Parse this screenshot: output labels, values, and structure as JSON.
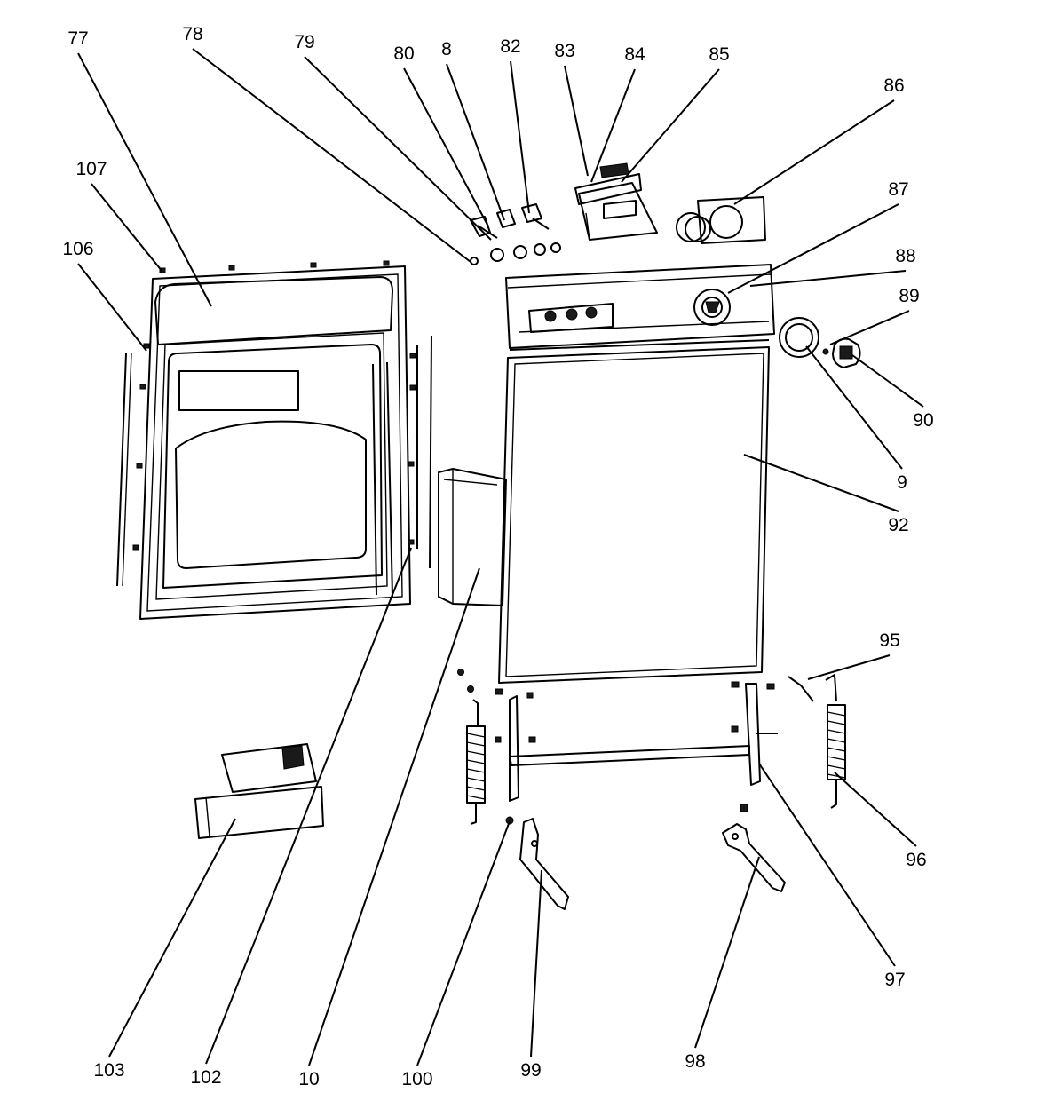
{
  "callouts": [
    {
      "id": "c77",
      "text": "77",
      "label": [
        88,
        50
      ],
      "target": [
        238,
        345
      ]
    },
    {
      "id": "c78",
      "text": "78",
      "label": [
        217,
        45
      ],
      "target": [
        530,
        295
      ]
    },
    {
      "id": "c79",
      "text": "79",
      "label": [
        343,
        54
      ],
      "target": [
        553,
        270
      ]
    },
    {
      "id": "c80",
      "text": "80",
      "label": [
        455,
        67
      ],
      "target": [
        550,
        255
      ]
    },
    {
      "id": "c8",
      "text": "8",
      "label": [
        503,
        62
      ],
      "target": [
        568,
        248
      ]
    },
    {
      "id": "c82",
      "text": "82",
      "label": [
        575,
        59
      ],
      "target": [
        596,
        240
      ]
    },
    {
      "id": "c83",
      "text": "83",
      "label": [
        636,
        64
      ],
      "target": [
        662,
        198
      ]
    },
    {
      "id": "c84",
      "text": "84",
      "label": [
        715,
        68
      ],
      "target": [
        666,
        205
      ]
    },
    {
      "id": "c85",
      "text": "85",
      "label": [
        810,
        68
      ],
      "target": [
        700,
        205
      ]
    },
    {
      "id": "c86",
      "text": "86",
      "label": [
        1007,
        103
      ],
      "target": [
        827,
        230
      ]
    },
    {
      "id": "c87",
      "text": "87",
      "label": [
        1012,
        220
      ],
      "target": [
        820,
        330
      ]
    },
    {
      "id": "c88",
      "text": "88",
      "label": [
        1020,
        295
      ],
      "target": [
        845,
        322
      ]
    },
    {
      "id": "c89",
      "text": "89",
      "label": [
        1024,
        340
      ],
      "target": [
        935,
        388
      ]
    },
    {
      "id": "c90",
      "text": "90",
      "label": [
        1040,
        480
      ],
      "target": [
        960,
        400
      ]
    },
    {
      "id": "c9",
      "text": "9",
      "label": [
        1016,
        550
      ],
      "target": [
        908,
        390
      ]
    },
    {
      "id": "c92",
      "text": "92",
      "label": [
        1012,
        598
      ],
      "target": [
        838,
        512
      ]
    },
    {
      "id": "c95",
      "text": "95",
      "label": [
        1002,
        728
      ],
      "target": [
        910,
        765
      ]
    },
    {
      "id": "c96",
      "text": "96",
      "label": [
        1032,
        975
      ],
      "target": [
        940,
        870
      ]
    },
    {
      "id": "c97",
      "text": "97",
      "label": [
        1008,
        1110
      ],
      "target": [
        855,
        860
      ]
    },
    {
      "id": "c98",
      "text": "98",
      "label": [
        783,
        1202
      ],
      "target": [
        855,
        965
      ]
    },
    {
      "id": "c99",
      "text": "99",
      "label": [
        598,
        1212
      ],
      "target": [
        610,
        980
      ]
    },
    {
      "id": "c100",
      "text": "100",
      "label": [
        470,
        1222
      ],
      "target": [
        574,
        925
      ]
    },
    {
      "id": "c10",
      "text": "10",
      "label": [
        348,
        1222
      ],
      "target": [
        540,
        640
      ]
    },
    {
      "id": "c102",
      "text": "102",
      "label": [
        232,
        1220
      ],
      "target": [
        463,
        617
      ]
    },
    {
      "id": "c103",
      "text": "103",
      "label": [
        123,
        1212
      ],
      "target": [
        265,
        922
      ]
    },
    {
      "id": "c106",
      "text": "106",
      "label": [
        88,
        287
      ],
      "target": [
        165,
        395
      ]
    },
    {
      "id": "c107",
      "text": "107",
      "label": [
        103,
        197
      ],
      "target": [
        183,
        306
      ]
    }
  ]
}
